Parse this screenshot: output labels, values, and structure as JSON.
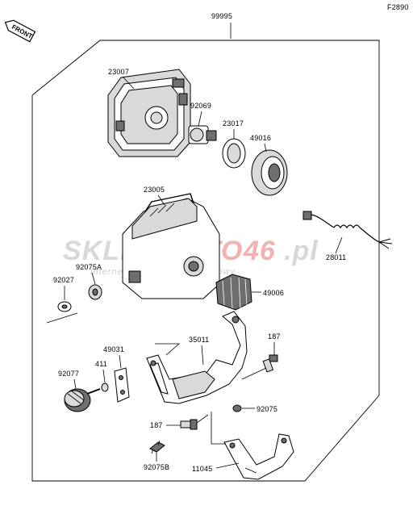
{
  "diagram": {
    "figure_code": "F2890",
    "front_tag": "FRONT",
    "assembly_number": "99995",
    "watermark": {
      "brand_part1": "SKLEP",
      "brand_part2": "MOTO",
      "brand_part3": "46",
      "brand_tld": ".pl",
      "tagline": "internetowy sklep motocyklowy"
    },
    "callouts": {
      "c23007": "23007",
      "c92069": "92069",
      "c23017": "23017",
      "c49016": "49016",
      "c23005": "23005",
      "c92075A": "92075A",
      "c28011": "28011",
      "c92027": "92027",
      "c49006": "49006",
      "c35011": "35011",
      "c187a": "187",
      "c49031": "49031",
      "c411": "411",
      "c92077": "92077",
      "c92075": "92075",
      "c187b": "187",
      "c92075B": "92075B",
      "c11045": "11045"
    }
  }
}
